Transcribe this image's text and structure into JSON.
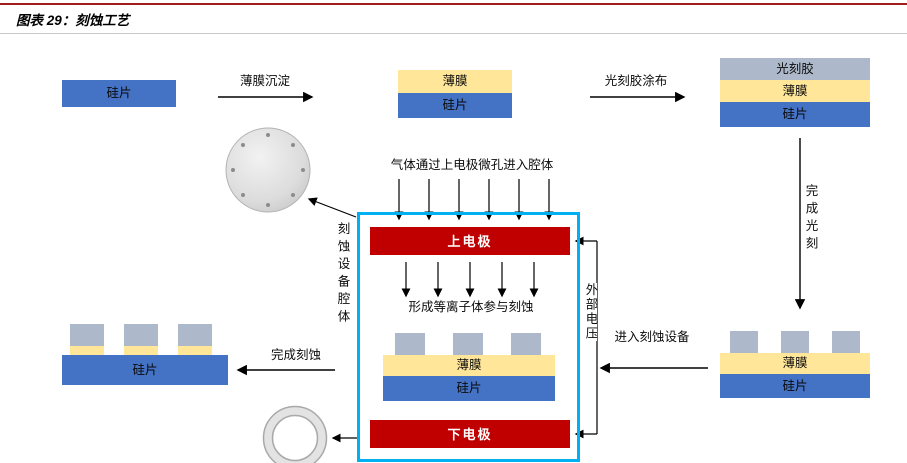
{
  "header": {
    "title": "图表 29：刻蚀工艺"
  },
  "labels": {
    "wafer": "硅片",
    "film": "薄膜",
    "photoresist": "光刻胶",
    "upper_electrode": "上电极",
    "lower_electrode": "下电极"
  },
  "annotations": {
    "deposition": "薄膜沉淀",
    "coating": "光刻胶涂布",
    "litho_done": "完成光刻",
    "enter_etcher": "进入刻蚀设备",
    "gas_inlet": "气体通过上电极微孔进入腔体",
    "plasma": "形成等离子体参与刻蚀",
    "external_voltage": "外部电压",
    "chamber": "刻蚀设备腔体",
    "etch_done": "完成刻蚀"
  },
  "colors": {
    "wafer_blue": "#4472C4",
    "film_yellow": "#FFE699",
    "resist_gray": "#ADB9CA",
    "electrode_red": "#C00000",
    "chamber_cyan": "#00B0F0",
    "header_rule_red": "#A51C1C"
  }
}
